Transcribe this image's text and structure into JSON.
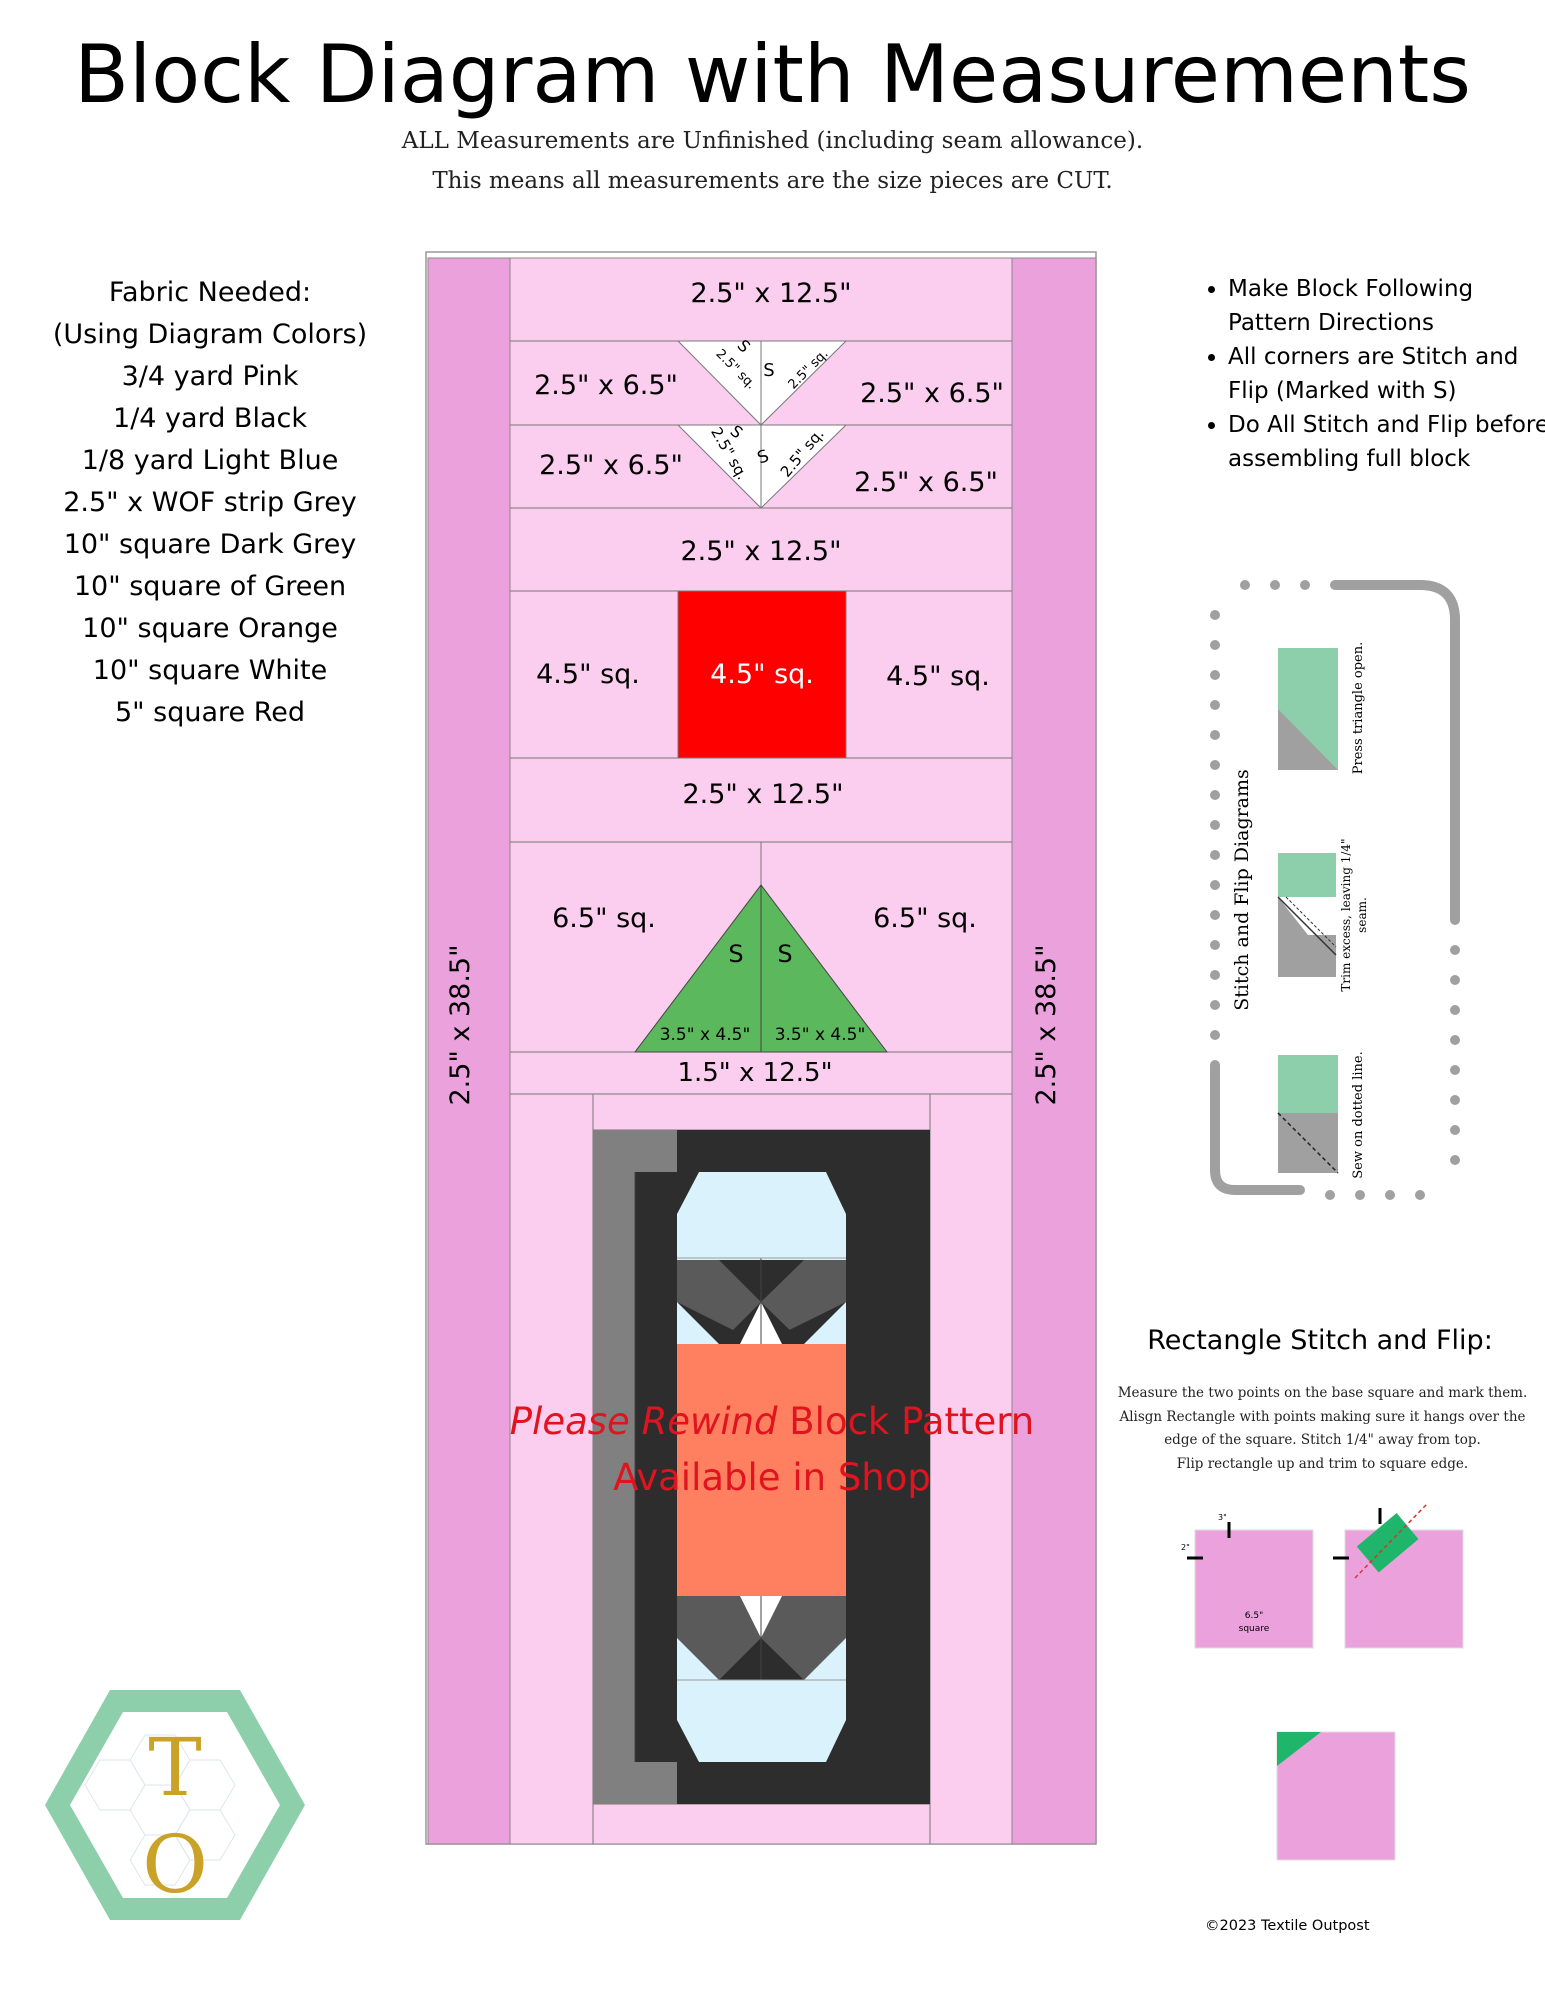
{
  "title": "Block Diagram with Measurements",
  "subtitle_lines": [
    "ALL Measurements are Unfinished (including seam allowance).",
    "This means all measurements are the size pieces are CUT."
  ],
  "fabric": {
    "heading": "Fabric Needed:",
    "note": "(Using Diagram Colors)",
    "items": [
      "3/4 yard Pink",
      "1/4 yard Black",
      "1/8 yard Light Blue",
      "2.5\" x WOF strip Grey",
      "10\" square Dark Grey",
      "10\" square of Green",
      "10\" square Orange",
      "10\" square White",
      "5\" square Red"
    ]
  },
  "instructions": [
    "Make Block Following Pattern Directions",
    "All corners are Stitch and Flip  (Marked with S)",
    "Do All Stitch and Flip before assembling full block"
  ],
  "block": {
    "side_strip": "2.5\" x 38.5\"",
    "top_strip": "2.5\" x 12.5\"",
    "rect_6": "2.5\" x 6.5\"",
    "corner_sq": "2.5\" sq.",
    "stitch_mark": "S",
    "mid_strip": "2.5\" x 12.5\"",
    "square_45": "4.5\" sq.",
    "lower_strip": "2.5\" x 12.5\"",
    "square_65": "6.5\" sq.",
    "tri_piece": "3.5\" x 4.5\"",
    "narrow_strip": "1.5\" x 12.5\"",
    "promo_italic": "Please Rewind",
    "promo_rest": " Block Pattern",
    "promo_line2": "Available in Shop"
  },
  "stitch_flip": {
    "heading": "Stitch and Flip Diagrams",
    "steps": [
      "Press triangle open.",
      "Trim excess, leaving 1/4\" seam.",
      "Sew on dotted line."
    ]
  },
  "rectangle": {
    "heading": "Rectangle Stitch and Flip:",
    "lines": [
      "Measure the two points on the base square and mark them.",
      "Alisgn Rectangle with points making sure it hangs over the edge of the square. Stitch 1/4\" away from top.",
      "Flip rectangle up and trim to square edge."
    ],
    "mark_3": "3\"",
    "mark_2": "2\"",
    "square_label_1": "6.5\"",
    "square_label_2": "square"
  },
  "logo": {
    "letter_top": "T",
    "letter_bottom": "O"
  },
  "copyright": "©2023 Textile Outpost",
  "colors": {
    "pink_light": "#fbcdee",
    "pink_dark": "#eba2dc",
    "red": "#ff0000",
    "green": "#5cb85c",
    "orange": "#ff8060",
    "light_blue": "#d9f2fb",
    "black": "#2d2d2d",
    "dark_grey": "#5a5a5a",
    "grey": "#808080",
    "mint": "#8ecfab",
    "gold": "#c9a227",
    "promo_red": "#e0141e"
  }
}
